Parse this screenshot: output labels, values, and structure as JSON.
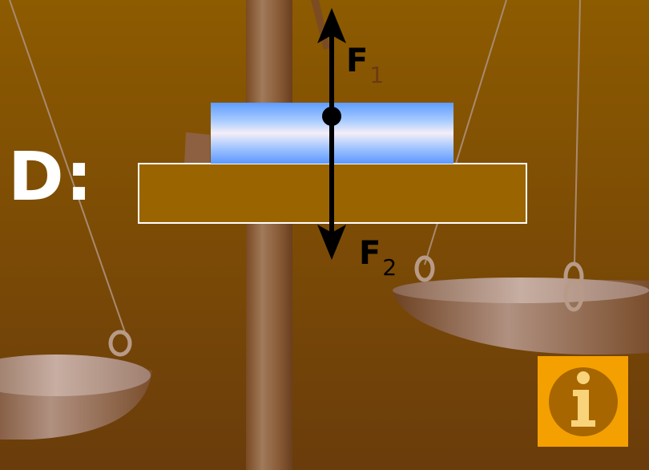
{
  "slide": {
    "option_label": "D:"
  },
  "forces": {
    "upper": {
      "symbol": "F",
      "subscript": "1"
    },
    "lower": {
      "symbol": "F",
      "subscript": "2"
    }
  },
  "info_button": {
    "icon": "info-icon",
    "glyph": "i"
  },
  "colors": {
    "background": "#8a5a08",
    "table": "#9a6500",
    "table_border": "#ffffff",
    "block_blue": "#6fa8ff",
    "info_bg": "#f4a000",
    "info_circle": "#a86600",
    "info_glyph": "#f8d37a"
  }
}
